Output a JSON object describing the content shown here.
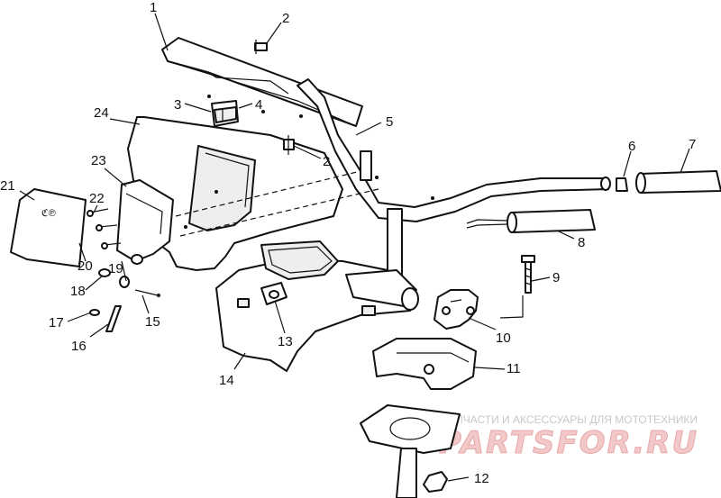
{
  "callouts": [
    {
      "id": "1",
      "label": "1"
    },
    {
      "id": "2a",
      "label": "2"
    },
    {
      "id": "2b",
      "label": "2"
    },
    {
      "id": "3",
      "label": "3"
    },
    {
      "id": "4",
      "label": "4"
    },
    {
      "id": "5",
      "label": "5"
    },
    {
      "id": "6",
      "label": "6"
    },
    {
      "id": "7",
      "label": "7"
    },
    {
      "id": "8",
      "label": "8"
    },
    {
      "id": "9",
      "label": "9"
    },
    {
      "id": "10",
      "label": "10"
    },
    {
      "id": "11",
      "label": "11"
    },
    {
      "id": "12",
      "label": "12"
    },
    {
      "id": "13",
      "label": "13"
    },
    {
      "id": "14",
      "label": "14"
    },
    {
      "id": "15",
      "label": "15"
    },
    {
      "id": "16",
      "label": "16"
    },
    {
      "id": "17",
      "label": "17"
    },
    {
      "id": "18",
      "label": "18"
    },
    {
      "id": "19",
      "label": "19"
    },
    {
      "id": "20",
      "label": "20"
    },
    {
      "id": "21",
      "label": "21"
    },
    {
      "id": "22",
      "label": "22"
    },
    {
      "id": "23",
      "label": "23"
    },
    {
      "id": "24",
      "label": "24"
    }
  ],
  "watermark": {
    "caption": "ЗАПЧАСТИ И АКСЕССУАРЫ ДЛЯ МОТОТЕХНИКИ",
    "logo": "PARTSFOR.RU"
  },
  "colors": {
    "line": "#111111",
    "watermark_logo": "#f2c8c8",
    "watermark_caption": "#c8c8c8"
  }
}
